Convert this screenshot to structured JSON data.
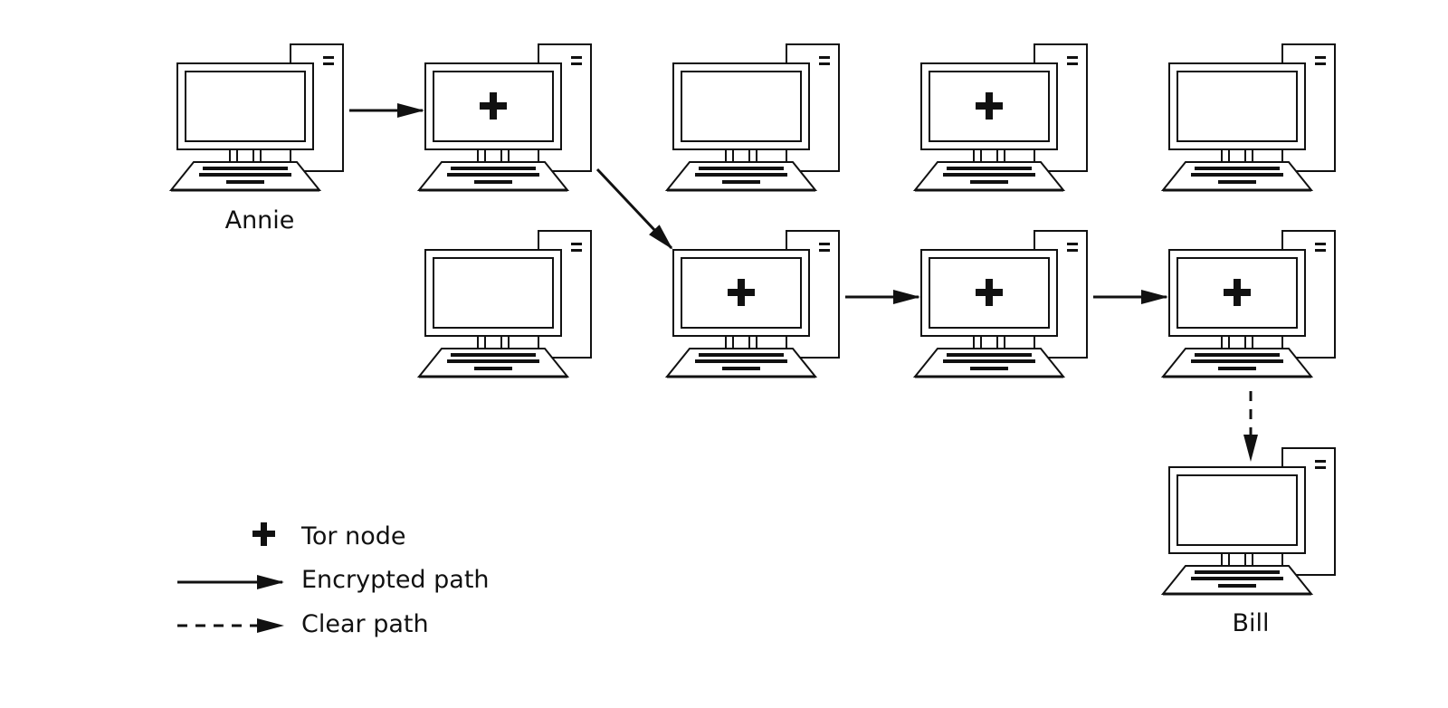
{
  "labels": {
    "annie": "Annie",
    "bill": "Bill"
  },
  "legend": {
    "tor_node": "Tor node",
    "encrypted_path": "Encrypted path",
    "clear_path": "Clear path"
  },
  "computers": [
    {
      "id": "annie",
      "row": 0,
      "col": 0,
      "tor": false
    },
    {
      "id": "r0c1",
      "row": 0,
      "col": 1,
      "tor": true
    },
    {
      "id": "r0c2",
      "row": 0,
      "col": 2,
      "tor": false
    },
    {
      "id": "r0c3",
      "row": 0,
      "col": 3,
      "tor": true
    },
    {
      "id": "r0c4",
      "row": 0,
      "col": 4,
      "tor": false
    },
    {
      "id": "r1c1",
      "row": 1,
      "col": 1,
      "tor": false
    },
    {
      "id": "r1c2",
      "row": 1,
      "col": 2,
      "tor": true
    },
    {
      "id": "r1c3",
      "row": 1,
      "col": 3,
      "tor": true
    },
    {
      "id": "r1c4",
      "row": 1,
      "col": 4,
      "tor": true
    },
    {
      "id": "bill",
      "row": 2,
      "col": 4,
      "tor": false
    }
  ],
  "paths": [
    {
      "from": "annie",
      "to": "r0c1",
      "type": "encrypted"
    },
    {
      "from": "r0c1",
      "to": "r1c2",
      "type": "encrypted"
    },
    {
      "from": "r1c2",
      "to": "r1c3",
      "type": "encrypted"
    },
    {
      "from": "r1c3",
      "to": "r1c4",
      "type": "encrypted"
    },
    {
      "from": "r1c4",
      "to": "bill",
      "type": "clear"
    }
  ],
  "colors": {
    "line": "#111111",
    "background": "#ffffff"
  }
}
